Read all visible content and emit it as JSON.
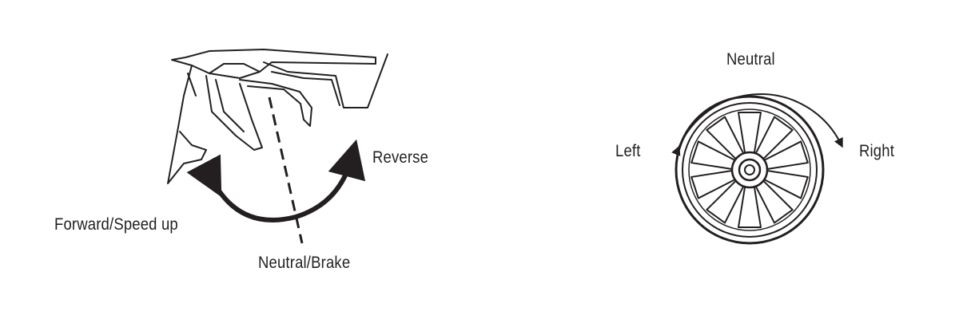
{
  "trigger": {
    "forward_label": "Forward/Speed up",
    "reverse_label": "Reverse",
    "neutral_label": "Neutral/Brake"
  },
  "wheel": {
    "neutral_label": "Neutral",
    "left_label": "Left",
    "right_label": "Right"
  },
  "colors": {
    "ink": "#231f20",
    "background": "#ffffff"
  }
}
